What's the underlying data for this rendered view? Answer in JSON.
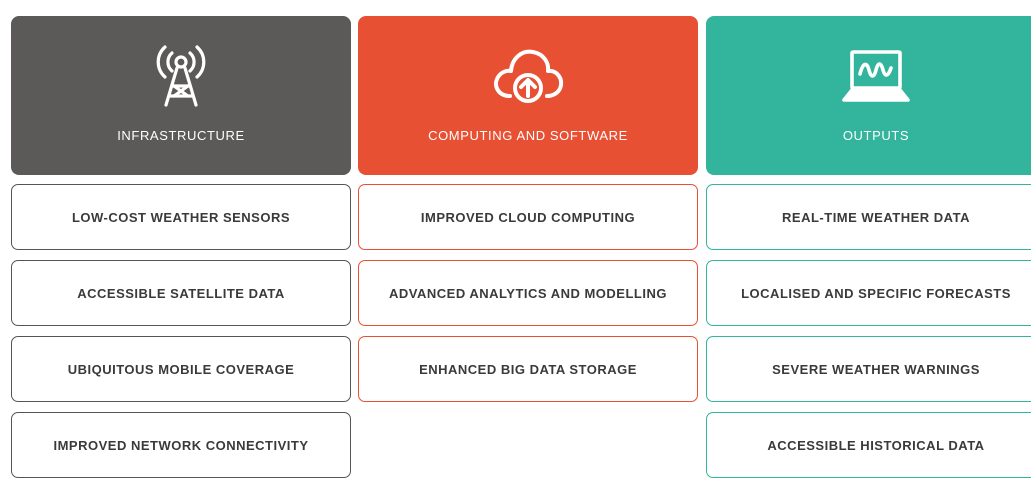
{
  "columns": [
    {
      "title": "INFRASTRUCTURE",
      "color": "#5b5a58",
      "border_color": "#555555",
      "icon": "radio-tower-icon",
      "items": [
        "LOW-COST WEATHER SENSORS",
        "ACCESSIBLE SATELLITE DATA",
        "UBIQUITOUS MOBILE COVERAGE",
        "IMPROVED NETWORK CONNECTIVITY"
      ]
    },
    {
      "title": "COMPUTING AND SOFTWARE",
      "color": "#e85034",
      "border_color": "#e85034",
      "icon": "cloud-upload-icon",
      "items": [
        "IMPROVED CLOUD COMPUTING",
        "ADVANCED ANALYTICS AND MODELLING",
        "ENHANCED BIG DATA STORAGE"
      ]
    },
    {
      "title": "OUTPUTS",
      "color": "#32b59c",
      "border_color": "#32b59c",
      "icon": "laptop-chart-icon",
      "items": [
        "REAL-TIME WEATHER DATA",
        "LOCALISED AND SPECIFIC FORECASTS",
        "SEVERE WEATHER WARNINGS",
        "ACCESSIBLE HISTORICAL DATA"
      ]
    }
  ]
}
